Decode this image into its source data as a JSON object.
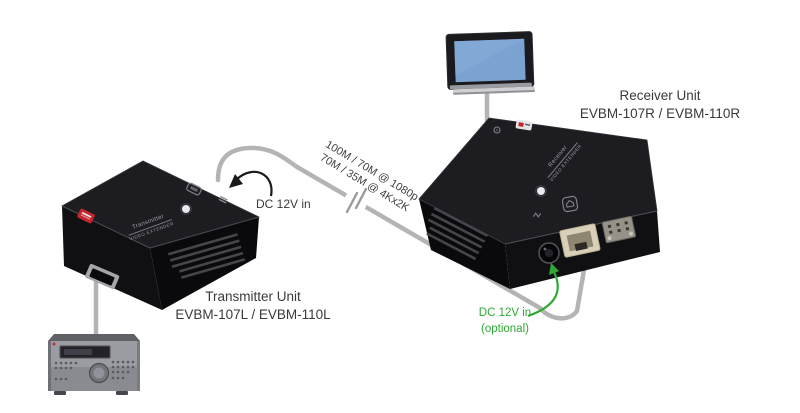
{
  "diagram": {
    "receiver": {
      "title": "Receiver Unit",
      "model": "EVBM-107R / EVBM-110R",
      "marking_name": "Receiver",
      "marking_type": "VIDEO EXTENDER"
    },
    "transmitter": {
      "title": "Transmitter Unit",
      "model": "EVBM-107L / EVBM-110L",
      "marking_name": "Transmitter",
      "marking_type": "VIDEO EXTENDER"
    },
    "link_cable": {
      "spec_line1": "100M / 70M @ 1080p",
      "spec_line2": "70M / 35M @ 4Kx2K"
    },
    "power": {
      "transmitter_label": "DC 12V in",
      "receiver_label": "DC 12V in",
      "receiver_note": "(optional)"
    },
    "colors": {
      "cable_gray": "#b4b4b4",
      "power_optional_green": "#2fa836",
      "device_black": "#141417",
      "tv_screen_blue": "#7ba3d1",
      "label_text": "#3a3a3a"
    }
  }
}
